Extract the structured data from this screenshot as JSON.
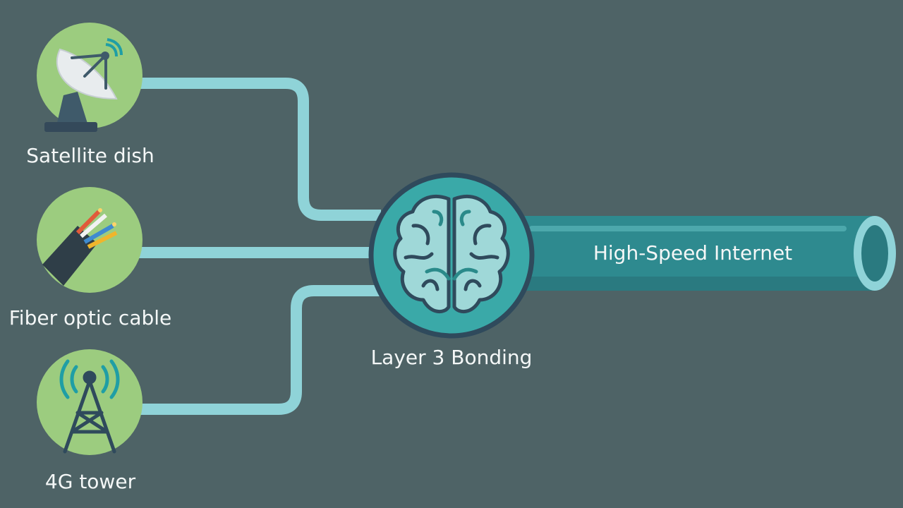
{
  "sources": [
    {
      "label": "Satellite dish",
      "icon": "satellite-dish-icon"
    },
    {
      "label": "Fiber optic cable",
      "icon": "fiber-cable-icon"
    },
    {
      "label": "4G tower",
      "icon": "cell-tower-icon"
    }
  ],
  "hub": {
    "label": "Layer 3 Bonding",
    "icon": "brain-icon"
  },
  "output": {
    "label": "High-Speed Internet"
  },
  "colors": {
    "background": "#4e6366",
    "source_circle": "#9ccc7f",
    "connector": "#8fd3d8",
    "hub": "#3aa9a8",
    "pipe": "#2e8a8f",
    "outline": "#2f4a5c"
  }
}
